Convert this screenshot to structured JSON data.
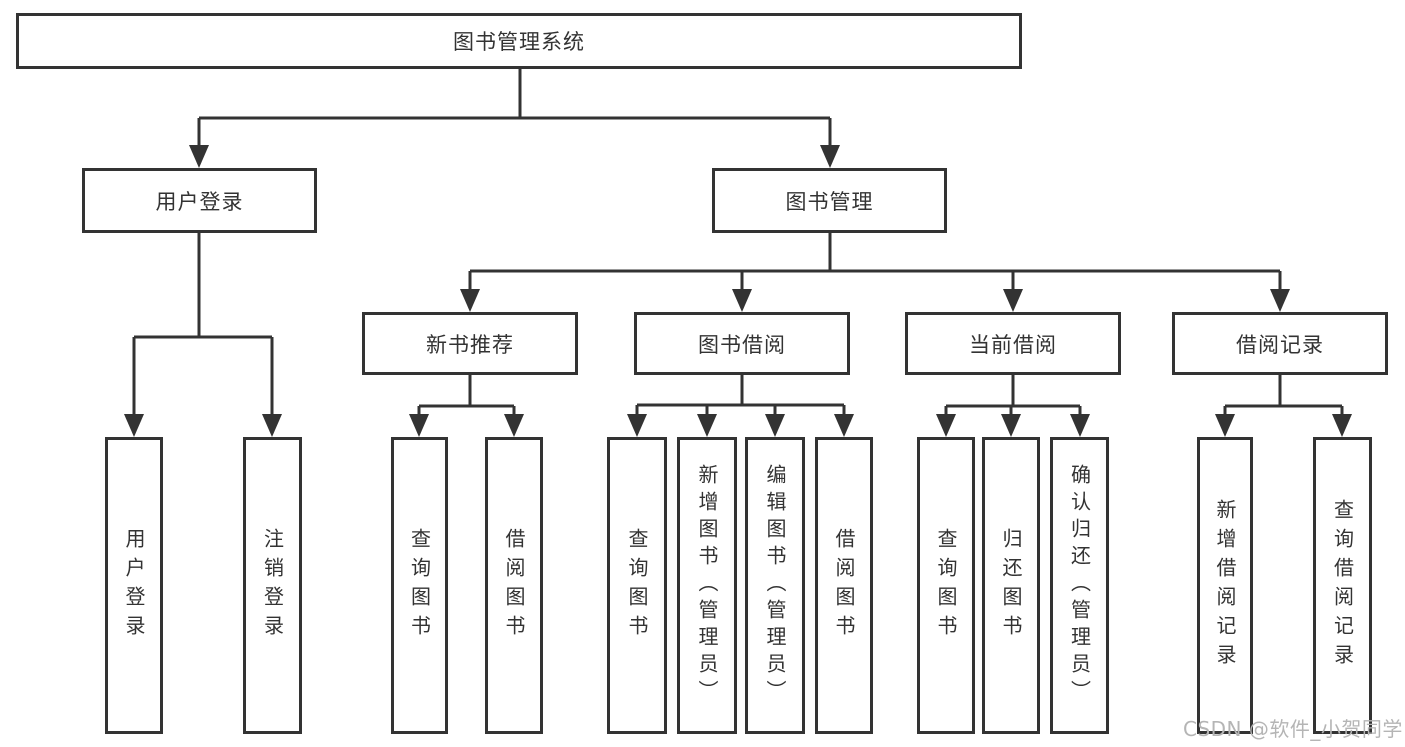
{
  "root": {
    "label": "图书管理系统"
  },
  "branches": {
    "user_login": {
      "label": "用户登录",
      "children": [
        {
          "label": "用户登录"
        },
        {
          "label": "注销登录"
        }
      ]
    },
    "book_management": {
      "label": "图书管理",
      "children": [
        {
          "label": "新书推荐",
          "children": [
            {
              "label": "查询图书"
            },
            {
              "label": "借阅图书"
            }
          ]
        },
        {
          "label": "图书借阅",
          "children": [
            {
              "label": "查询图书"
            },
            {
              "label": "新增图书（管理员）"
            },
            {
              "label": "编辑图书（管理员）"
            },
            {
              "label": "借阅图书"
            }
          ]
        },
        {
          "label": "当前借阅",
          "children": [
            {
              "label": "查询图书"
            },
            {
              "label": "归还图书"
            },
            {
              "label": "确认归还（管理员）"
            }
          ]
        },
        {
          "label": "借阅记录",
          "children": [
            {
              "label": "新增借阅记录"
            },
            {
              "label": "查询借阅记录"
            }
          ]
        }
      ]
    }
  },
  "watermark": "CSDN @软件_小贺同学",
  "colors": {
    "line": "#333333",
    "box_border": "#333333",
    "text": "#333333",
    "watermark": "#b5b5b5",
    "background": "#ffffff"
  }
}
